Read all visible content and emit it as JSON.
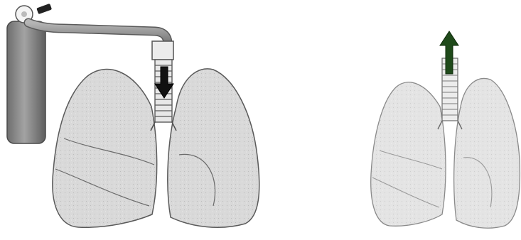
{
  "figure": {
    "panels": [
      {
        "state": "inhaling",
        "gas_cylinder": true,
        "airflow_arrow": {
          "direction": "down",
          "color": "#111111"
        }
      },
      {
        "state": "exhaling",
        "gas_cylinder": false,
        "airflow_arrow": {
          "direction": "up",
          "color": "#1f4a1a"
        }
      }
    ],
    "colors": {
      "lung_fill": "#dcdcdc",
      "lung_stroke": "#5a5a5a",
      "cylinder_fill": "#8c8c8c",
      "tube_fill": "#9a9a9a",
      "trachea_fill": "#e6e6e6"
    },
    "icons": [
      "gas-cylinder-icon",
      "lungs-icon",
      "arrow-down-icon",
      "arrow-up-icon"
    ]
  }
}
